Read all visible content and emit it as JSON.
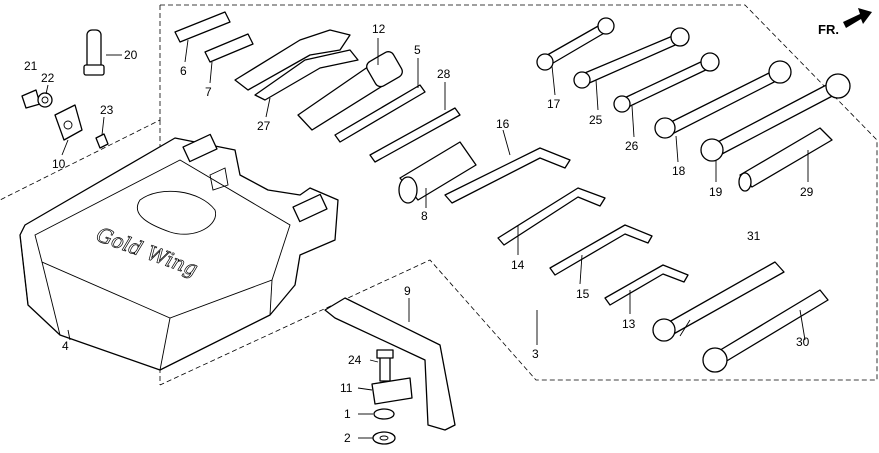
{
  "callouts": {
    "p1": "1",
    "p2": "2",
    "p3": "3",
    "p4": "4",
    "p5": "5",
    "p6": "6",
    "p7": "7",
    "p8": "8",
    "p9": "9",
    "p10": "10",
    "p11": "11",
    "p12": "12",
    "p13": "13",
    "p14": "14",
    "p15": "15",
    "p16": "16",
    "p17": "17",
    "p18": "18",
    "p19": "19",
    "p20": "20",
    "p21": "21",
    "p22": "22",
    "p23": "23",
    "p24": "24",
    "p25": "25",
    "p26": "26",
    "p27": "27",
    "p28": "28",
    "p29": "29",
    "p30": "30",
    "p31": "31"
  },
  "direction_arrow": {
    "label": "FR."
  },
  "case_logo": {
    "text": "Gold Wing"
  },
  "icons": {
    "direction": "arrow-icon"
  }
}
